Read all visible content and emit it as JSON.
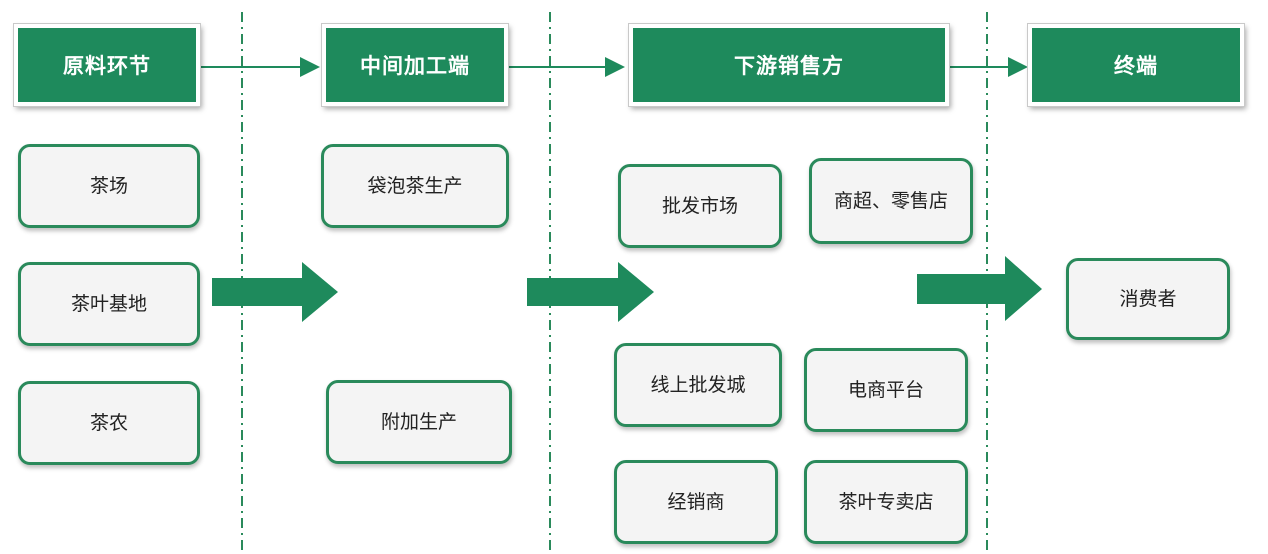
{
  "colors": {
    "header_fill": "#1e8a5c",
    "node_border": "#2a8a5b",
    "node_fill": "#f4f4f4",
    "arrow_fill": "#1e8a5c",
    "divider": "#2a8a5b"
  },
  "stages": [
    {
      "label": "原料环节"
    },
    {
      "label": "中间加工端"
    },
    {
      "label": "下游销售方"
    },
    {
      "label": "终端"
    }
  ],
  "nodes": {
    "raw": [
      "茶场",
      "茶叶基地",
      "茶农"
    ],
    "processing": [
      "袋泡茶生产",
      "附加生产"
    ],
    "sales": [
      "批发市场",
      "商超、零售店",
      "线上批发城",
      "电商平台",
      "经销商",
      "茶叶专卖店"
    ],
    "terminal": [
      "消费者"
    ]
  },
  "icons": {
    "flow_arrow": "right-arrow-icon",
    "big_arrow": "thick-right-arrow-icon"
  }
}
